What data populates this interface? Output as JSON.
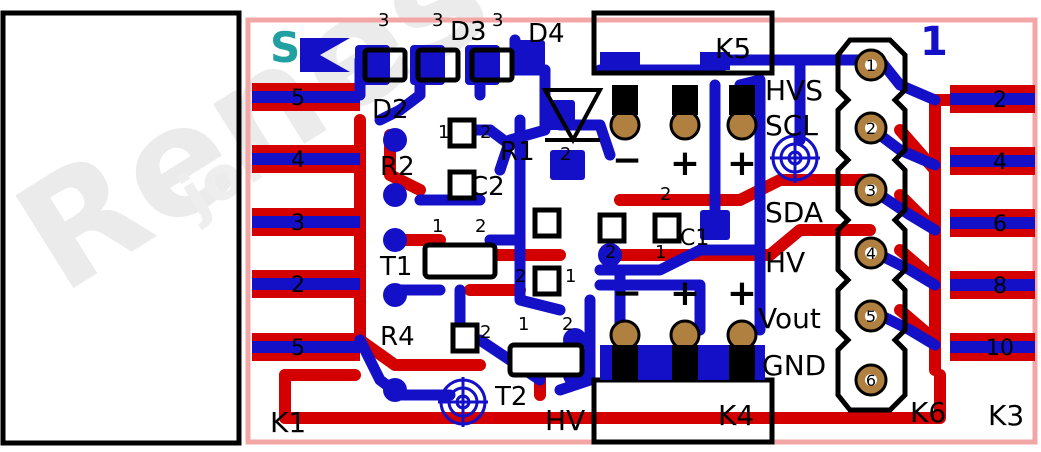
{
  "colors": {
    "copper_top": "#d40000",
    "copper_bottom": "#1410c8",
    "silk": "#000000",
    "board_outline": "#f0a0a0",
    "pad": "#b08040",
    "label_white": "#ffffff",
    "watermark": "#e8e8e8"
  },
  "watermark": {
    "brand": "Renes",
    "line2": "jor"
  },
  "logo_text": "S",
  "connectors": {
    "k1": "K1",
    "k3": "K3",
    "k4": "K4",
    "k5": "K5",
    "k6": "K6"
  },
  "components": {
    "d2": "D2",
    "d3": "D3",
    "d4": "D4",
    "r1": "R1",
    "r2": "R2",
    "r4": "R4",
    "c2": "C2",
    "t1": "T1",
    "t2": "T2",
    "c1": "C1"
  },
  "signals": {
    "hvs": "HVS",
    "scl": "SCL",
    "sda": "SDA",
    "hv": "HV",
    "vout": "Vout",
    "gnd": "GND",
    "hv_bottom": "HV"
  },
  "left_pins": [
    "5",
    "4",
    "3",
    "2",
    "5"
  ],
  "right_pins": [
    "2",
    "4",
    "6",
    "8",
    "10"
  ],
  "k6_pins": [
    "1",
    "2",
    "3",
    "4",
    "5",
    "6"
  ],
  "polarity": {
    "minus": "−",
    "plus": "+"
  },
  "pin_marks": {
    "one": "1",
    "two": "2",
    "three": "3"
  },
  "corner_mark": "1"
}
